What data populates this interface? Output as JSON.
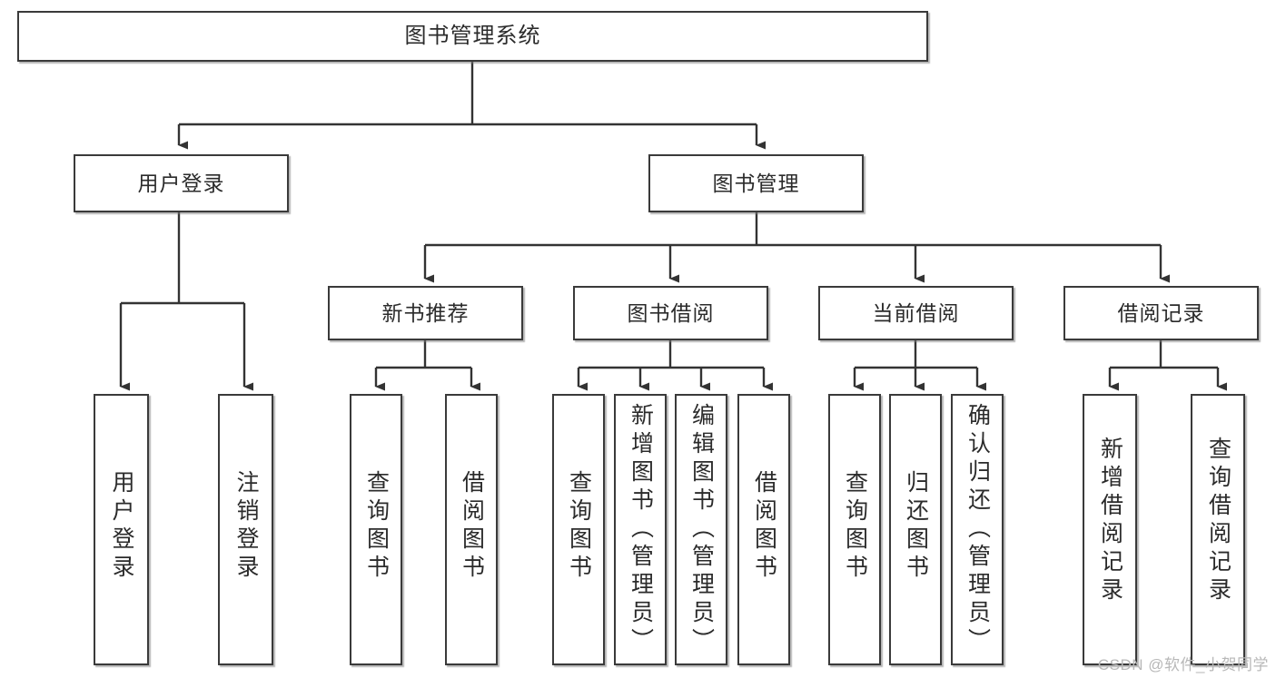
{
  "diagram": {
    "title": "图书管理系统",
    "type": "tree-hierarchy",
    "colors": {
      "box_border": "#3a3a3a",
      "box_fill": "#ffffff",
      "connector": "#333333",
      "text": "#2b2b2b",
      "watermark": "#b8b8b8"
    },
    "root": {
      "label": "图书管理系统"
    },
    "level2": [
      {
        "label": "用户登录"
      },
      {
        "label": "图书管理"
      }
    ],
    "level3": [
      {
        "label": "新书推荐"
      },
      {
        "label": "图书借阅"
      },
      {
        "label": "当前借阅"
      },
      {
        "label": "借阅记录"
      }
    ],
    "leaves_user_login": [
      {
        "label": "用户登录"
      },
      {
        "label": "注销登录"
      }
    ],
    "leaves_new_book": [
      {
        "label": "查询图书"
      },
      {
        "label": "借阅图书"
      }
    ],
    "leaves_borrow": [
      {
        "label": "查询图书"
      },
      {
        "label": "新增图书（管理员）"
      },
      {
        "label": "编辑图书（管理员）"
      },
      {
        "label": "借阅图书"
      }
    ],
    "leaves_current": [
      {
        "label": "查询图书"
      },
      {
        "label": "归还图书"
      },
      {
        "label": "确认归还（管理员）"
      }
    ],
    "leaves_record": [
      {
        "label": "新增借阅记录"
      },
      {
        "label": "查询借阅记录"
      }
    ]
  },
  "watermark": {
    "text": "CSDN @软件_小贺同学"
  }
}
